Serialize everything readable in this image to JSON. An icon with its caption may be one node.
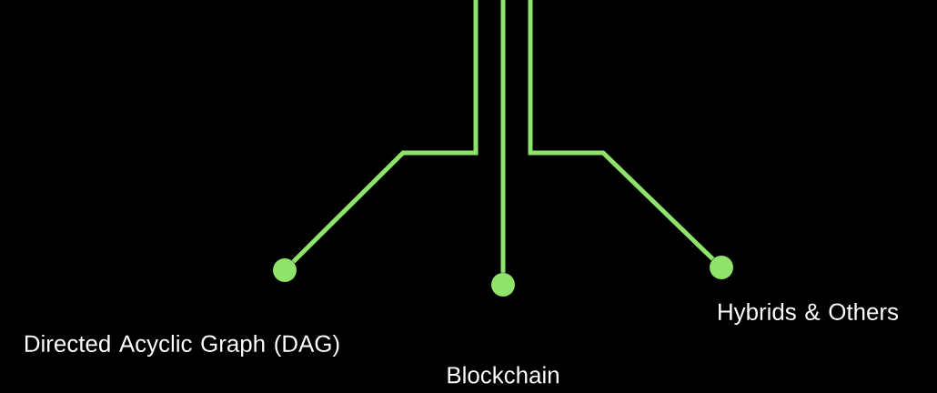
{
  "diagram": {
    "nodes": [
      {
        "text": [],
        "shape": "circle",
        "beside": [
          "Directed Acyclic Graph (DAG)"
        ]
      },
      {
        "text": [],
        "shape": "circle",
        "beside": [
          "Blockchain"
        ]
      },
      {
        "text": [],
        "shape": "circle",
        "beside": [
          "Hybrids & Others"
        ]
      }
    ],
    "edges": [
      {
        "from": null,
        "to": 0,
        "arrow": "none"
      },
      {
        "from": null,
        "to": 1,
        "arrow": "none"
      },
      {
        "from": null,
        "to": 2,
        "arrow": "none"
      }
    ]
  }
}
